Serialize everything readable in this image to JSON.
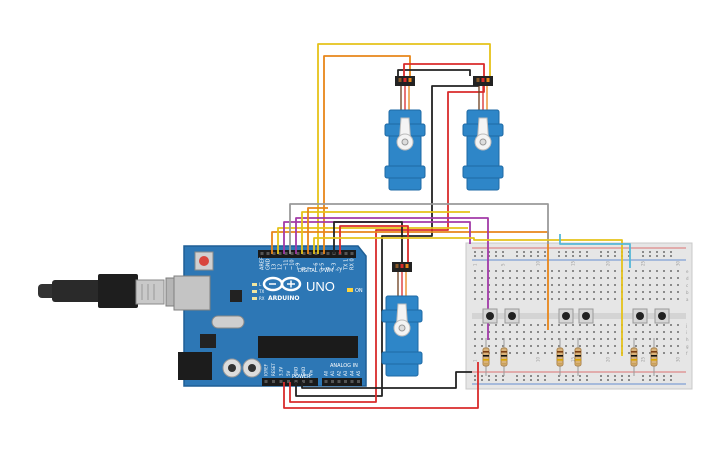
{
  "arduino": {
    "logo_text": "ARDUINO",
    "model": "UNO",
    "digital_label": "DIGITAL (PWM ~)",
    "power_label": "POWER",
    "analog_label": "ANALOG IN",
    "digital_pins": [
      "AREF",
      "GND",
      "13",
      "12",
      "~11",
      "~10",
      "~9",
      "8",
      "7",
      "~6",
      "~5",
      "4",
      "~3",
      "2",
      "TX 1",
      "RX 0"
    ],
    "power_pins": [
      "IOREF",
      "RESET",
      "3.3V",
      "5V",
      "GND",
      "GND",
      "Vin"
    ],
    "analog_pins": [
      "A0",
      "A1",
      "A2",
      "A3",
      "A4",
      "A5"
    ],
    "led_labels": [
      "L",
      "TX",
      "RX"
    ],
    "on_label": "ON"
  },
  "breadboard": {
    "column_numbers": [
      "1",
      "5",
      "10",
      "15",
      "20",
      "25",
      "30"
    ],
    "row_letters": [
      "a",
      "b",
      "c",
      "d",
      "e",
      "f",
      "g",
      "h",
      "i",
      "j"
    ]
  },
  "colors": {
    "board": "#2d77b5",
    "servo": "#2e86c8",
    "wire_red": "#d92b2b",
    "wire_black": "#222222",
    "wire_orange": "#e8861a",
    "wire_yellow": "#e5c21a",
    "wire_purple": "#a23aa8",
    "wire_gray": "#9a9a9a",
    "wire_cyan": "#56b8d8"
  }
}
